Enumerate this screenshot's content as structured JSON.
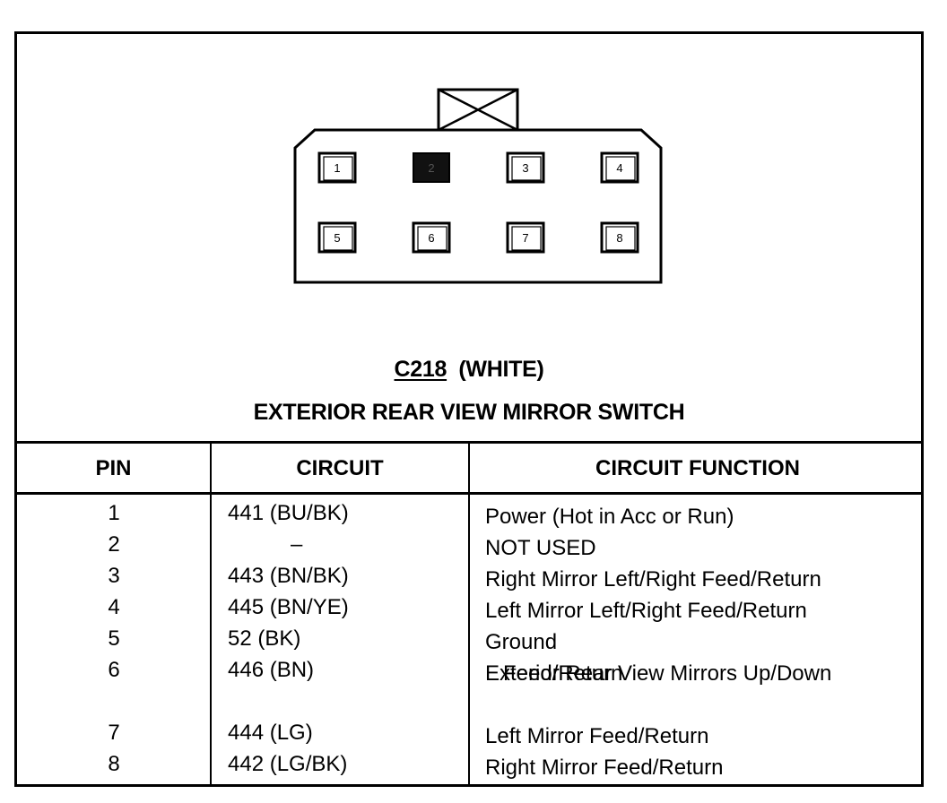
{
  "connector": {
    "id": "C218",
    "color": "(WHITE)",
    "description": "EXTERIOR REAR VIEW MIRROR SWITCH",
    "pins_top": [
      "1",
      "2",
      "3",
      "4"
    ],
    "pins_bottom": [
      "5",
      "6",
      "7",
      "8"
    ],
    "unused_pin": "2"
  },
  "table": {
    "headers": [
      "PIN",
      "CIRCUIT",
      "CIRCUIT FUNCTION"
    ],
    "rows": [
      {
        "pin": "1",
        "circuit": "441 (BU/BK)",
        "function": "Power (Hot in Acc or Run)",
        "function2": ""
      },
      {
        "pin": "2",
        "circuit": "–",
        "function": "NOT USED",
        "function2": ""
      },
      {
        "pin": "3",
        "circuit": "443 (BN/BK)",
        "function": "Right Mirror Left/Right Feed/Return",
        "function2": ""
      },
      {
        "pin": "4",
        "circuit": "445 (BN/YE)",
        "function": "Left Mirror Left/Right Feed/Return",
        "function2": ""
      },
      {
        "pin": "5",
        "circuit": "52 (BK)",
        "function": "Ground",
        "function2": ""
      },
      {
        "pin": "6",
        "circuit": "446 (BN)",
        "function": "Exterior Rear View Mirrors Up/Down",
        "function2": "Feed/Return"
      },
      {
        "pin": "7",
        "circuit": "444 (LG)",
        "function": "Left Mirror Feed/Return",
        "function2": ""
      },
      {
        "pin": "8",
        "circuit": "442 (LG/BK)",
        "function": "Right Mirror Feed/Return",
        "function2": ""
      }
    ]
  }
}
